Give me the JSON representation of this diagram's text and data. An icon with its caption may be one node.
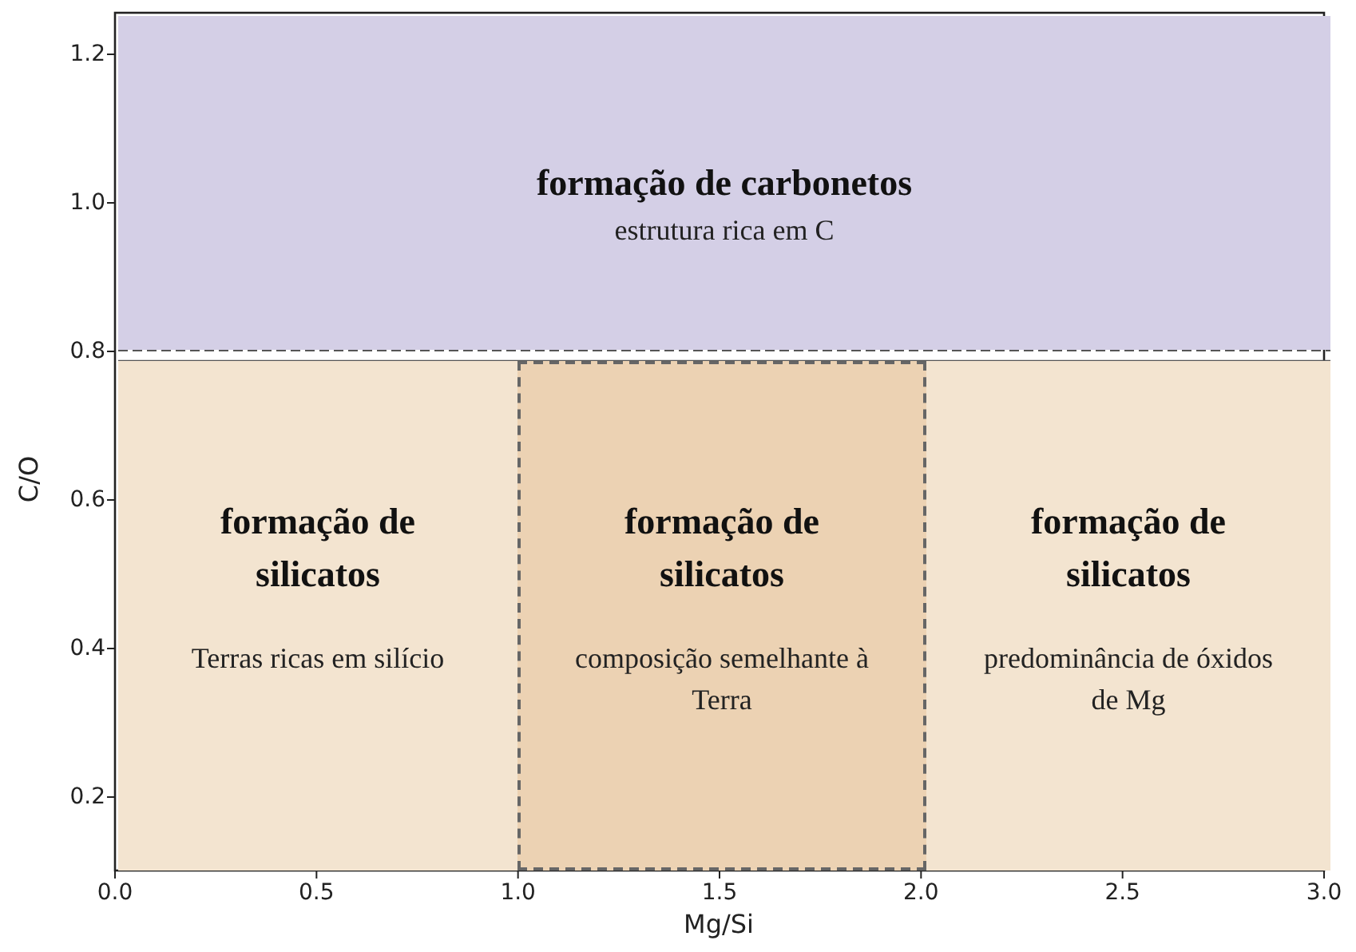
{
  "diagram": {
    "nodes": [
      {
        "text": [
          "formação de carbonetos",
          "estrutura rica em C"
        ]
      },
      {
        "text": [
          "formação de silicatos",
          "Terras ricas em silício"
        ]
      },
      {
        "text": [
          "formação de silicatos",
          "composição semelhante à Terra"
        ]
      },
      {
        "text": [
          "formação de silicatos",
          "predominância de óxidos de Mg"
        ]
      }
    ],
    "edges": [],
    "labels": [
      "1.2",
      "1.0",
      "0.8",
      "0.6",
      "0.4",
      "0.2",
      "C/O",
      "0.0",
      "0.5",
      "1.0",
      "1.5",
      "2.0",
      "2.5",
      "3.0",
      "Mg/Si"
    ]
  }
}
